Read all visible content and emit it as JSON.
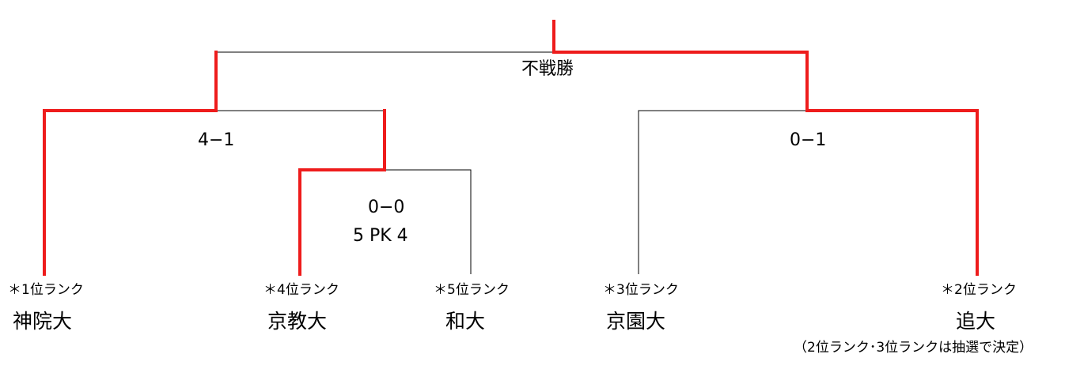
{
  "bracket": {
    "final": {
      "result": "不戦勝",
      "color": "#ee1c1c"
    },
    "semifinal_left": {
      "score": "4−1"
    },
    "semifinal_right": {
      "score": "0−1"
    },
    "quarterfinal": {
      "score": "0−0",
      "pk": "5 PK 4"
    },
    "teams": [
      {
        "id": "kobe",
        "rank": "＊1位ランク",
        "name": "神院大",
        "winner_path": true
      },
      {
        "id": "kyokyo",
        "rank": "＊4位ランク",
        "name": "京教大",
        "winner_path": true
      },
      {
        "id": "wadai",
        "rank": "＊5位ランク",
        "name": "和大",
        "winner_path": false
      },
      {
        "id": "kyoen",
        "rank": "＊3位ランク",
        "name": "京園大",
        "winner_path": false
      },
      {
        "id": "oidai",
        "rank": "＊2位ランク",
        "name": "追大",
        "winner_path": true
      }
    ],
    "note": "（2位ランク･3位ランクは抽選で決定）"
  }
}
